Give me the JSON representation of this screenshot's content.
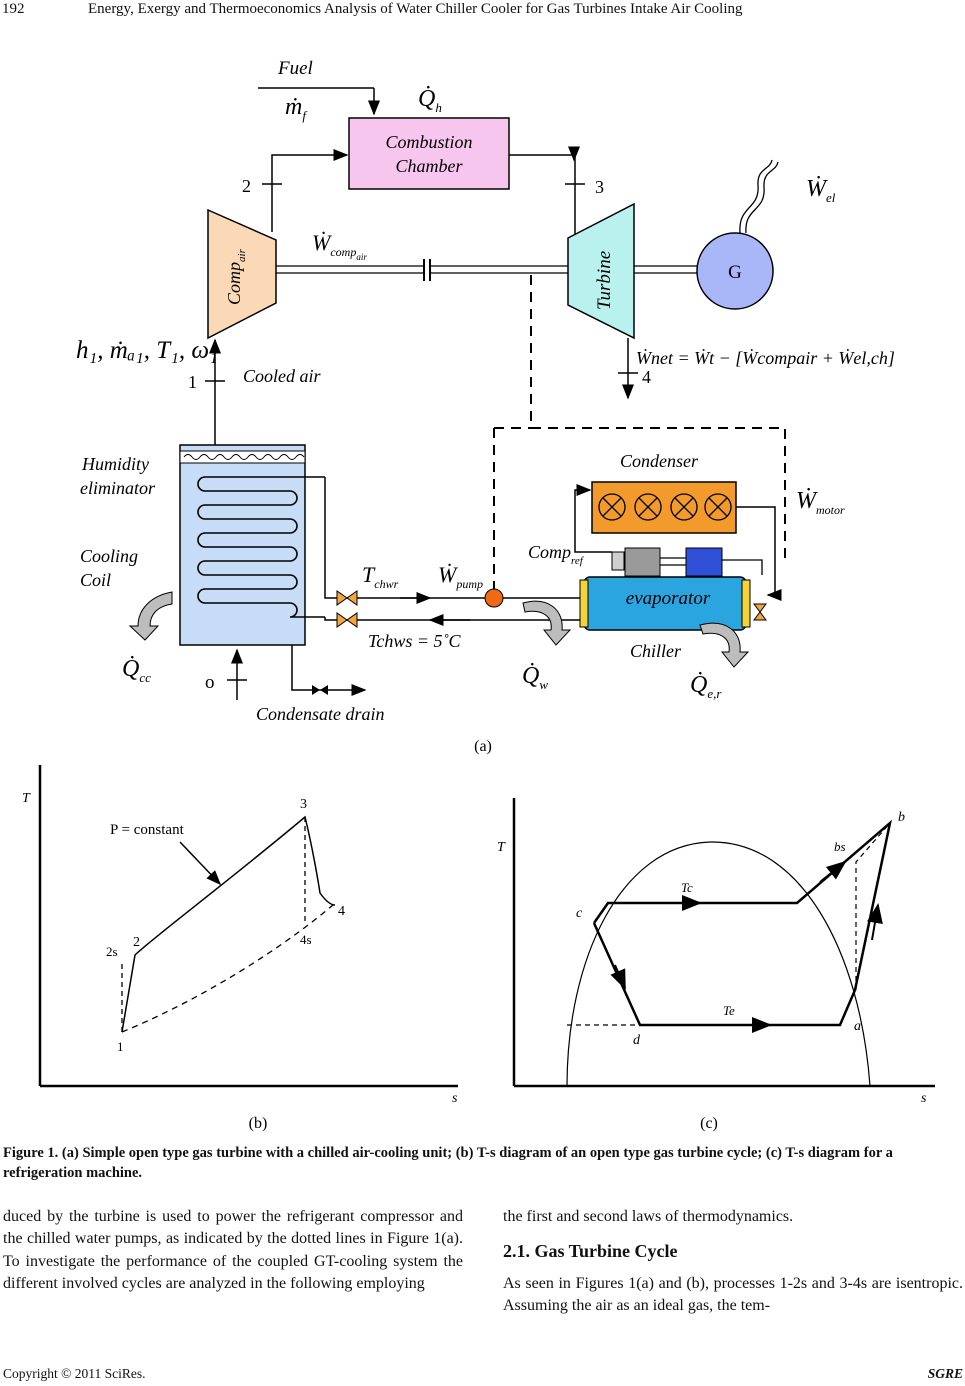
{
  "header": {
    "page_number": "192",
    "running_title": "Energy, Exergy and Thermoeconomics Analysis of Water Chiller Cooler for Gas Turbines Intake Air Cooling"
  },
  "figure_a": {
    "sublabel": "(a)",
    "fuel": "Fuel",
    "mf": "ṁ",
    "mf_sub": "f",
    "qh": "Q̇",
    "qh_sub": "h",
    "combustion_line1": "Combustion",
    "combustion_line2": "Chamber",
    "state2": "2",
    "state3": "3",
    "state4": "4",
    "state1": "1",
    "state0": "o",
    "wel": "Ẇ",
    "wel_sub": "el",
    "compressor_label": "Comp",
    "compressor_sub": "air",
    "wcomp": "Ẇ",
    "wcomp_sub": "comp",
    "wcomp_subsub": "air",
    "turbine_label": "Turbine",
    "generator_label": "G",
    "inlet_state": "h₁, ṁₐ₁, T₁, ω₁",
    "wnet_equation": "Ẇnet = Ẇt − [Ẇcompair + Ẇel,ch]",
    "cooled_air": "Cooled air",
    "humidity_line1": "Humidity",
    "humidity_line2": "eliminator",
    "cooling_line1": "Cooling",
    "cooling_line2": "Coil",
    "condenser": "Condenser",
    "wmotor": "Ẇ",
    "wmotor_sub": "motor",
    "compref": "Comp",
    "compref_sub": "ref",
    "tchwr": "T",
    "tchwr_sub": "chwr",
    "wpump": "Ẇ",
    "wpump_sub": "pump",
    "evaporator": "evaporator",
    "tchws": "Tchws = 5˚C",
    "chiller": "Chiller",
    "qcc": "Q̇",
    "qcc_sub": "cc",
    "qw": "Q̇",
    "qw_sub": "w",
    "qer": "Q̇",
    "qer_sub": "e,r",
    "condensate_drain": "Condensate drain"
  },
  "figure_b": {
    "sublabel": "(b)",
    "y_axis": "T",
    "x_axis": "s",
    "annotation": "P = constant",
    "points": [
      "1",
      "2",
      "2s",
      "3",
      "4",
      "4s"
    ]
  },
  "figure_c": {
    "sublabel": "(c)",
    "y_axis": "T",
    "x_axis": "s",
    "points": [
      "a",
      "b",
      "bs",
      "c",
      "d"
    ],
    "tc": "Tc",
    "te": "Te"
  },
  "caption": {
    "text": "Figure 1. (a) Simple open type gas turbine with a chilled air-cooling unit; (b) T-s diagram of an open type gas turbine cycle; (c) T-s diagram for a refrigeration machine."
  },
  "body": {
    "left_paragraph": "duced by the turbine is used to power the refrigerant compressor and the chilled water pumps, as indicated by the dotted lines in Figure 1(a). To investigate the performance of the coupled GT-cooling system the different involved cycles are analyzed in the following employing",
    "right_paragraph_1": "the first and second laws of thermodynamics.",
    "section_title": "2.1. Gas Turbine Cycle",
    "right_paragraph_2": "As seen in Figures 1(a) and (b), processes 1-2s and 3-4s are isentropic. Assuming the air as an ideal gas, the tem-"
  },
  "footer": {
    "copyright": "Copyright © 2011 SciRes.",
    "journal": "SGRE"
  },
  "colors": {
    "combustion_fill": "#f6c6ee",
    "compressor_fill": "#fbd9b6",
    "turbine_fill": "#b9f1ee",
    "generator_fill": "#a9b6f7",
    "coil_fill": "#c6dcf7",
    "evaporator_fill": "#2aa5df",
    "condenser_fill": "#f29a2b",
    "pump_fill": "#ef6a17"
  }
}
